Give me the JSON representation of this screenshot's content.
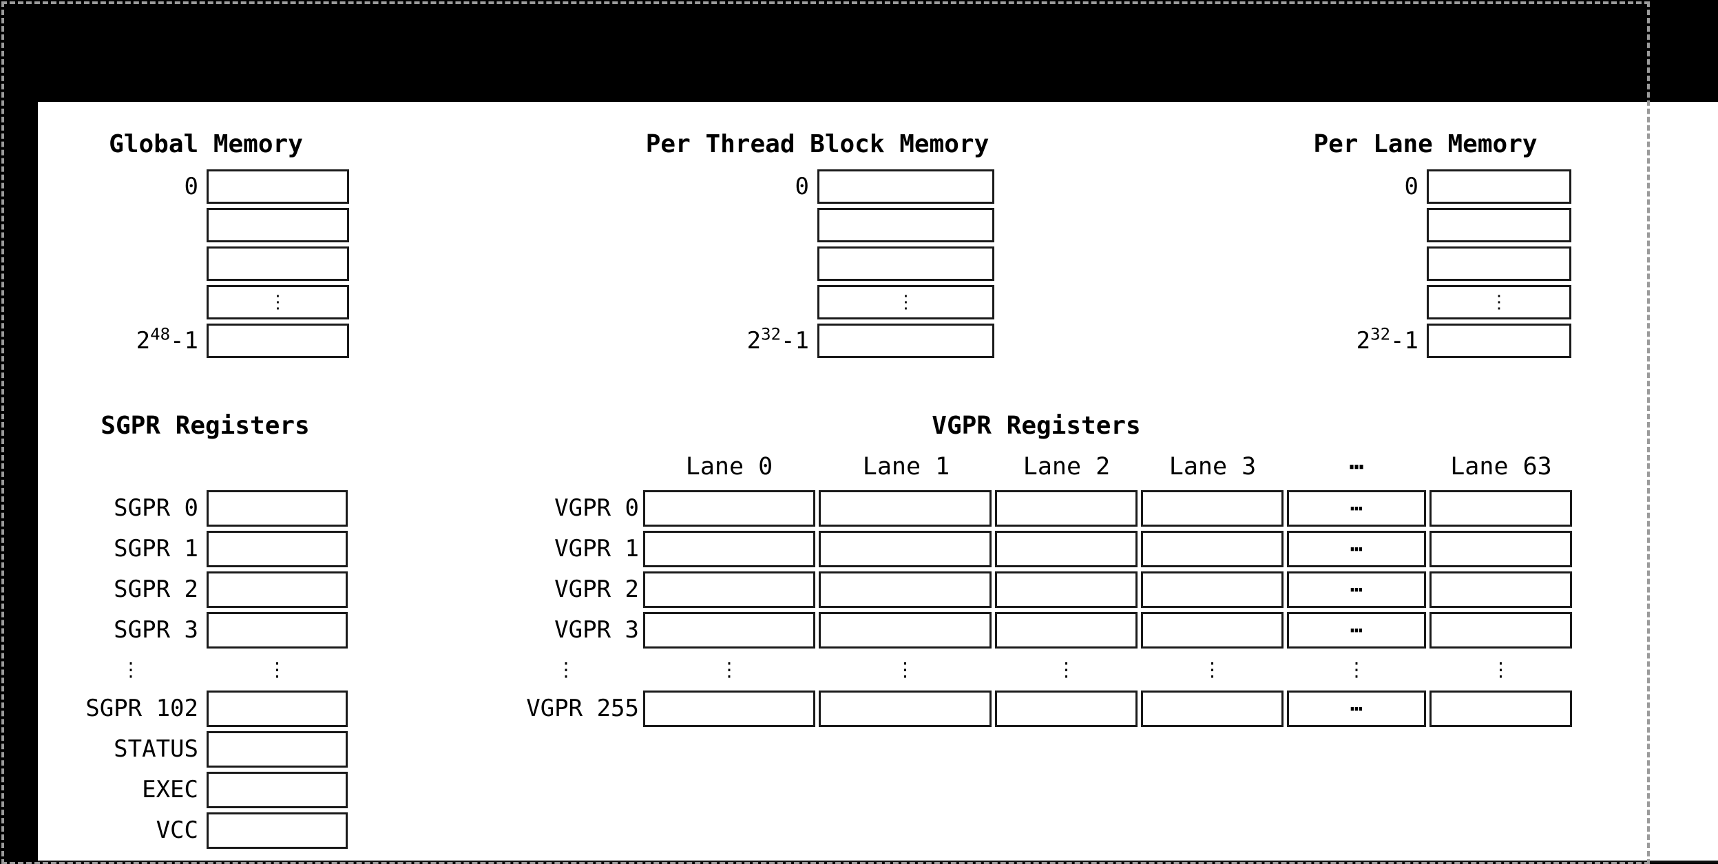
{
  "glyphs": {
    "vdots": "⋮",
    "hdots": "⋯"
  },
  "memory_sections": [
    {
      "title": "Global Memory",
      "top_address": "0",
      "bottom_address": {
        "base": "2",
        "exp": "48",
        "suffix": "-1"
      }
    },
    {
      "title": "Per Thread Block Memory",
      "top_address": "0",
      "bottom_address": {
        "base": "2",
        "exp": "32",
        "suffix": "-1"
      }
    },
    {
      "title": "Per Lane Memory",
      "top_address": "0",
      "bottom_address": {
        "base": "2",
        "exp": "32",
        "suffix": "-1"
      }
    }
  ],
  "sgpr": {
    "title": "SGPR Registers",
    "rows_top": [
      "SGPR 0",
      "SGPR 1",
      "SGPR 2",
      "SGPR 3"
    ],
    "rows_bottom": [
      "SGPR 102",
      "STATUS",
      "EXEC",
      "VCC"
    ]
  },
  "vgpr": {
    "title": "VGPR Registers",
    "lane_headers": [
      "Lane 0",
      "Lane 1",
      "Lane 2",
      "Lane 3",
      "⋯",
      "Lane 63"
    ],
    "rows_top": [
      "VGPR 0",
      "VGPR 1",
      "VGPR 2",
      "VGPR 3"
    ],
    "row_bottom": "VGPR 255"
  }
}
